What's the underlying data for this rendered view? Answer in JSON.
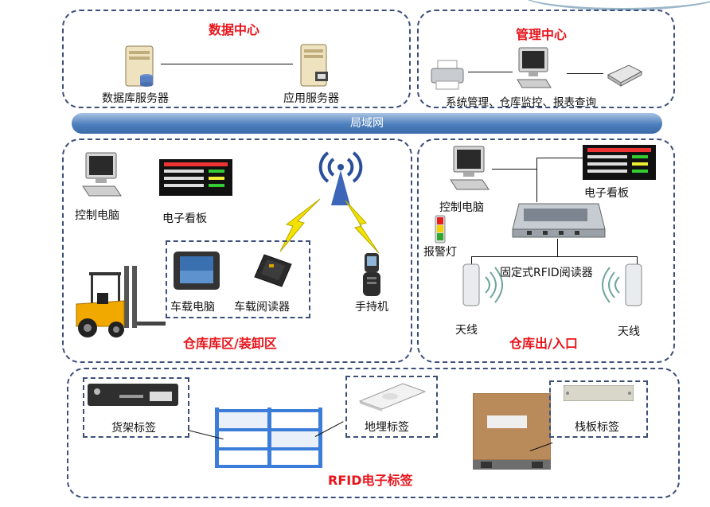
{
  "data_center": {
    "title": "数据中心",
    "db_server": "数据库服务器",
    "app_server": "应用服务器"
  },
  "management_center": {
    "title": "管理中心",
    "caption": "系统管理、仓库监控、报表查询"
  },
  "lan": {
    "label": "局域网"
  },
  "warehouse_zone": {
    "title": "仓库库区/装卸区",
    "control_pc": "控制电脑",
    "eboard": "电子看板",
    "vehicle_pc": "车载电脑",
    "vehicle_reader": "车载阅读器",
    "handheld": "手持机"
  },
  "gate_zone": {
    "title": "仓库出/入口",
    "control_pc": "控制电脑",
    "eboard": "电子看板",
    "alarm": "报警灯",
    "reader": "固定式RFID阅读器",
    "antenna_left": "天线",
    "antenna_right": "天线"
  },
  "rfid_tags": {
    "title": "RFID电子标签",
    "shelf_tag": "货架标签",
    "ground_tag": "地埋标签",
    "pallet_tag": "栈板标签"
  },
  "colors": {
    "title_red": "#e8141b",
    "border": "#3c4f7a",
    "lan_blue": "#4d7fbd",
    "lightning": "#f3e200"
  }
}
